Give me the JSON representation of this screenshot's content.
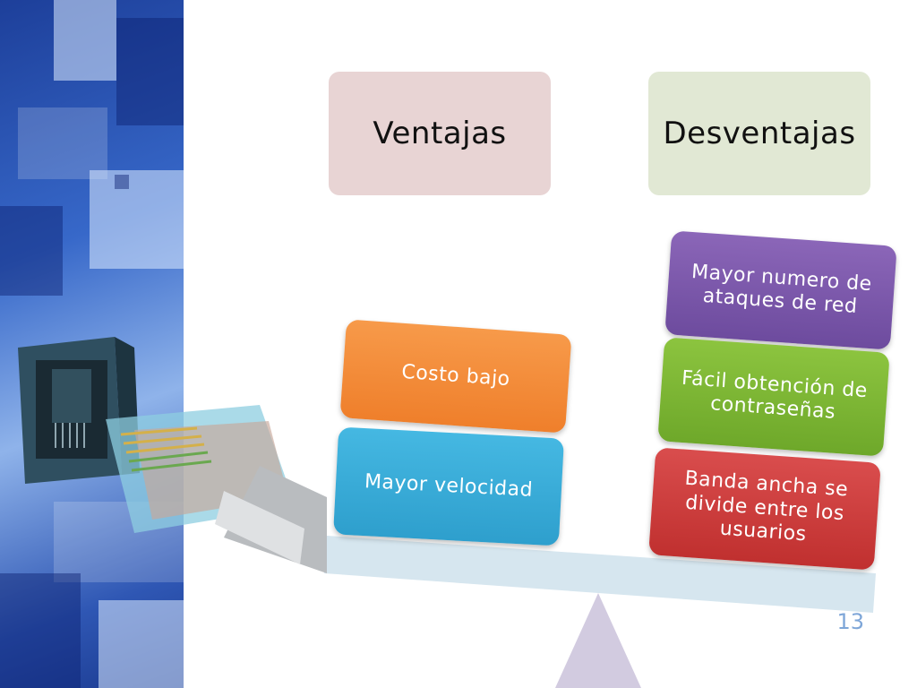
{
  "headers": {
    "ventajas": "Ventajas",
    "desventajas": "Desventajas"
  },
  "ventajas": [
    "Costo bajo",
    "Mayor velocidad"
  ],
  "desventajas": [
    "Mayor numero de ataques de red",
    "Fácil obtención de  contraseñas",
    "Banda ancha se divide entre los usuarios"
  ],
  "page_number": "13",
  "colors": {
    "ventajas_header": "#e8d4d4",
    "desventajas_header": "#e1e8d4",
    "costo_bajo": "#f08a36",
    "mayor_velocidad": "#38a8d5",
    "ataques": "#7a57a8",
    "contrasenas": "#7db535",
    "banda_ancha": "#c93b3a",
    "beam": "#d6e6ef",
    "fulcrum": "#d2cbe0"
  },
  "icons": [
    "rj45-connector-image",
    "network-socket-image"
  ]
}
